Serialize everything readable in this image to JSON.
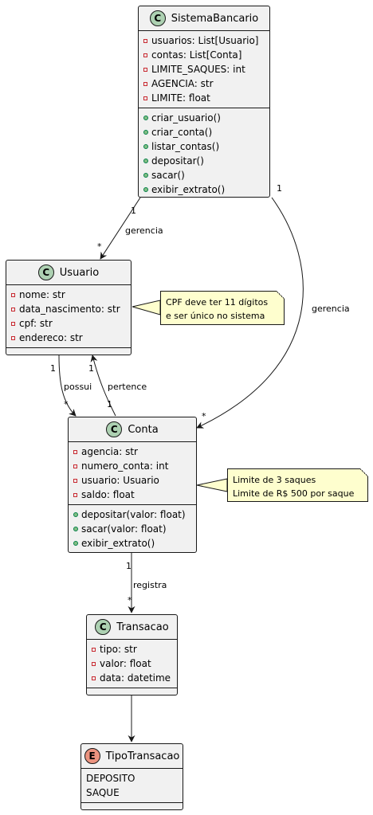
{
  "classes": {
    "sistema": {
      "name": "SistemaBancario",
      "attributes": [
        "usuarios: List[Usuario]",
        "contas: List[Conta]",
        "LIMITE_SAQUES: int",
        "AGENCIA: str",
        "LIMITE: float"
      ],
      "methods": [
        "criar_usuario()",
        "criar_conta()",
        "listar_contas()",
        "depositar()",
        "sacar()",
        "exibir_extrato()"
      ]
    },
    "usuario": {
      "name": "Usuario",
      "attributes": [
        "nome: str",
        "data_nascimento: str",
        "cpf: str",
        "endereco: str"
      ]
    },
    "conta": {
      "name": "Conta",
      "attributes": [
        "agencia: str",
        "numero_conta: int",
        "usuario: Usuario",
        "saldo: float"
      ],
      "methods": [
        "depositar(valor: float)",
        "sacar(valor: float)",
        "exibir_extrato()"
      ]
    },
    "transacao": {
      "name": "Transacao",
      "attributes": [
        "tipo: str",
        "valor: float",
        "data: datetime"
      ]
    },
    "tipo": {
      "name": "TipoTransacao",
      "literals": [
        "DEPOSITO",
        "SAQUE"
      ]
    }
  },
  "badges": {
    "class": "C",
    "enum": "E"
  },
  "notes": {
    "usuario": [
      "CPF deve ter 11 dígitos",
      "e ser único no sistema"
    ],
    "conta": [
      "Limite de 3 saques",
      "Limite de R$ 500 por saque"
    ]
  },
  "edges": {
    "sis_usu": {
      "label": "gerencia",
      "from_mult": "1",
      "to_mult": "*"
    },
    "sis_conta": {
      "label": "gerencia",
      "from_mult": "1",
      "to_mult": "*"
    },
    "usu_conta": {
      "label": "possui",
      "from_mult": "1",
      "to_mult": "*"
    },
    "conta_usu": {
      "label": "pertence",
      "from_mult": "1",
      "to_mult": "1"
    },
    "conta_trans": {
      "label": "registra",
      "from_mult": "1",
      "to_mult": "*"
    }
  },
  "colors": {
    "class_fill": "#f1f1f1",
    "class_badge": "#add1b2",
    "enum_badge": "#eb937f",
    "note_fill": "#fefece",
    "line": "#181818",
    "private_marker": "#c82930",
    "public_marker": "#84be84"
  }
}
